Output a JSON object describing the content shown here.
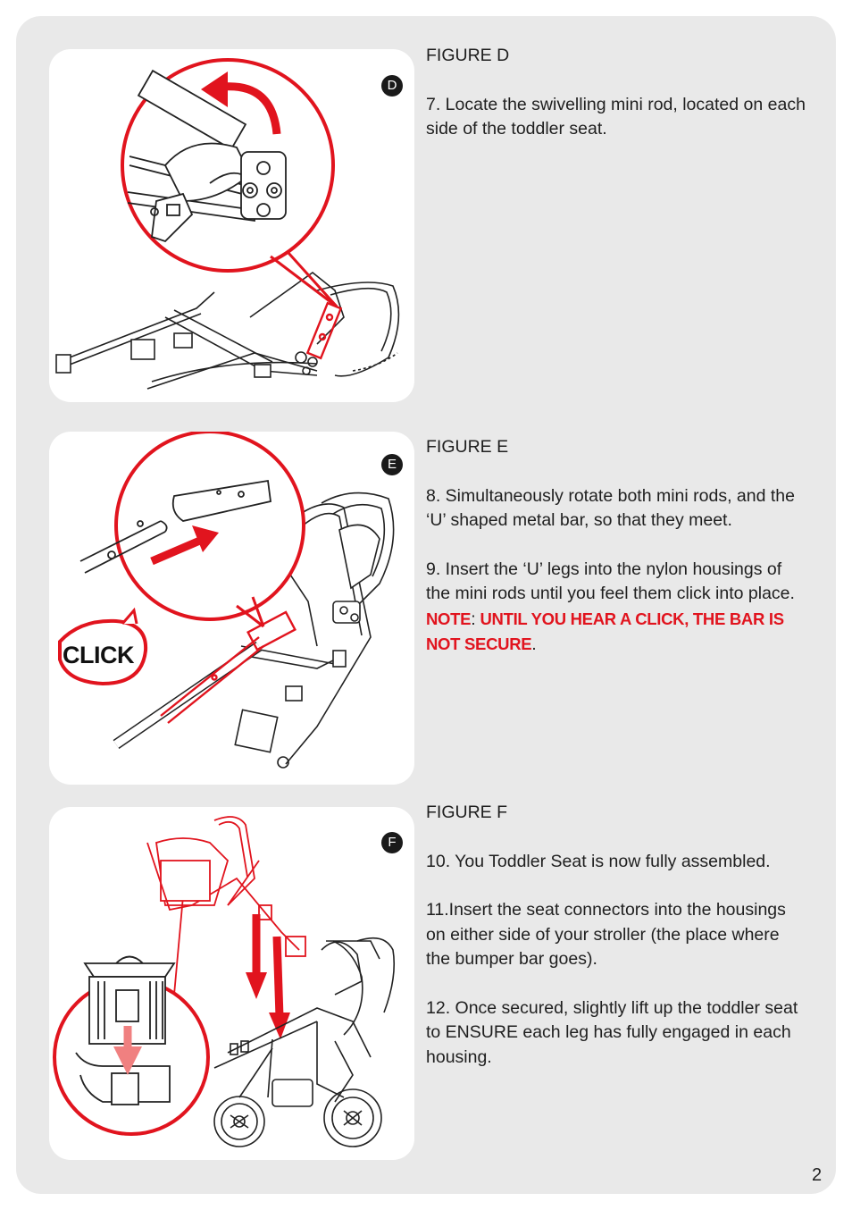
{
  "figures": [
    {
      "badge": "D",
      "heading": "FIGURE D",
      "steps": [
        "7. Locate the swivelling mini rod, located on each side of the toddler seat."
      ]
    },
    {
      "badge": "E",
      "heading": "FIGURE E",
      "steps": [
        "8. Simultaneously rotate both mini rods, and the ‘U’ shaped metal bar, so that they meet.",
        "9. Insert the ‘U’ legs into the nylon housings of the mini rods until you feel them click into place."
      ],
      "note_label": "NOTE",
      "note_colon": ":",
      "note_text": " UNTIL YOU HEAR A CLICK, THE BAR IS NOT SECURE",
      "note_end": ".",
      "callout": "CLICK"
    },
    {
      "badge": "F",
      "heading": "FIGURE F",
      "steps": [
        "10. You Toddler Seat is now fully assembled.",
        "11.Insert the seat connectors into the housings on either side of your stroller (the place where the bumper bar goes).",
        "12. Once secured, slightly lift up the toddler seat to ENSURE each leg has fully engaged in each housing."
      ]
    }
  ],
  "page_number": "2",
  "colors": {
    "accent": "#e1141e",
    "background": "#e9e9e9",
    "panel": "#ffffff"
  }
}
